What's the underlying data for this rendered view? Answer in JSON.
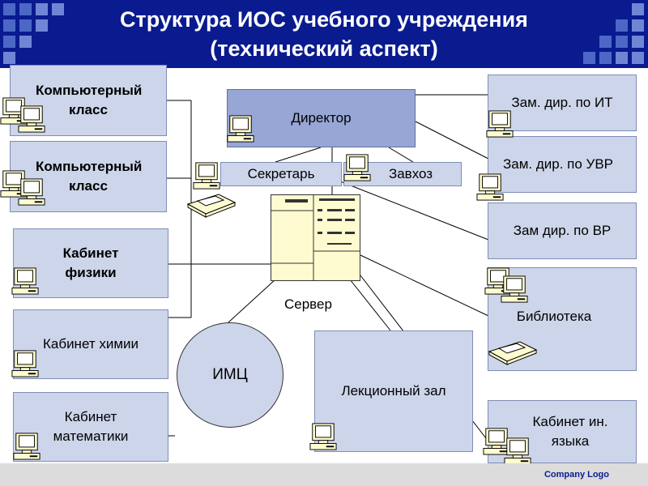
{
  "title": {
    "line1": "Структура ИОС учебного учреждения",
    "line2": "(технический аспект)"
  },
  "nodes": {
    "comp_class_1": "Компьютерный класс",
    "comp_class_2": "Компьютерный класс",
    "physics": "Кабинет физики",
    "chemistry": "Кабинет химии",
    "math": "Кабинет математики",
    "director": "Директор",
    "secretary": "Секретарь",
    "zavhoz": "Завхоз",
    "server": "Сервер",
    "imc": "ИМЦ",
    "lecture_hall": "Лекционный зал",
    "deputy_it": "Зам. дир. по ИТ",
    "deputy_uvr": "Зам. дир. по УВР",
    "deputy_vr": "Зам дир. по ВР",
    "library": "Библиотека",
    "foreign_lang": "Кабинет ин. языка"
  },
  "footer": {
    "logo": "Company Logo"
  },
  "colors": {
    "header": "#0a1b8f",
    "box": "#cdd5ea",
    "director_box": "#97a6d4",
    "server": "#fffbd0"
  }
}
